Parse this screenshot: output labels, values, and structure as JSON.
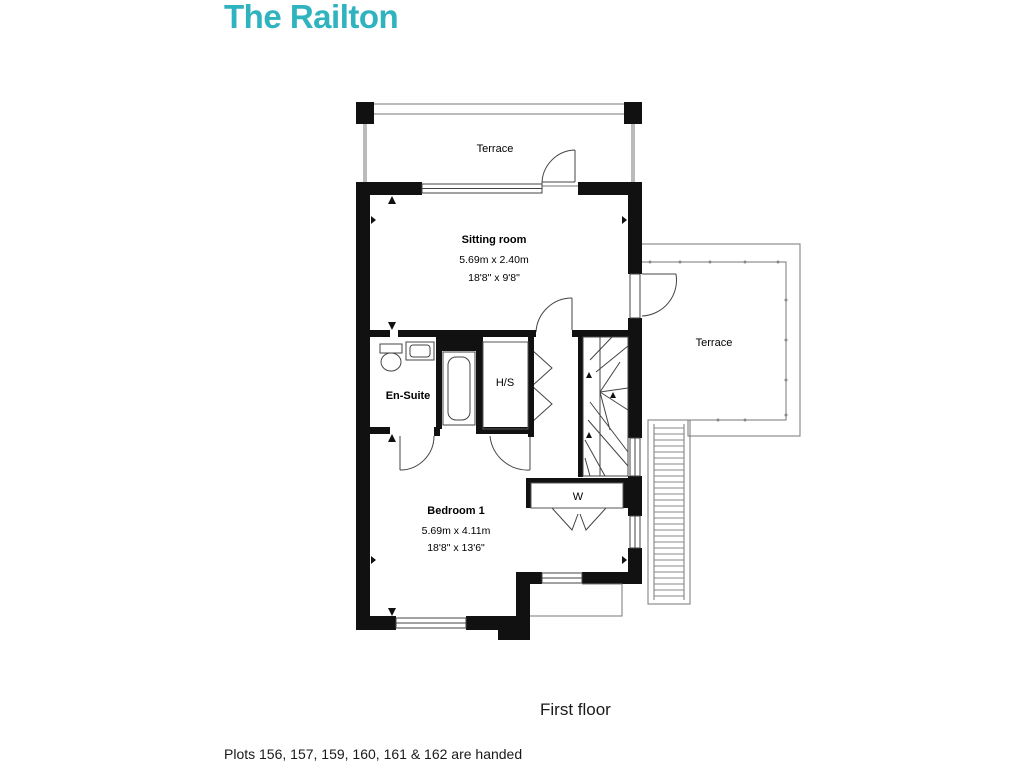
{
  "title": "The Railton",
  "floor_label": "First floor",
  "plots_note": "Plots 156, 157, 159, 160, 161 & 162 are handed",
  "colors": {
    "title": "#2fb3bf",
    "walls": "#111111",
    "lines": "#555555"
  },
  "rooms": {
    "terrace_top": {
      "name": "Terrace"
    },
    "sitting_room": {
      "name": "Sitting room",
      "metric": "5.69m x 2.40m",
      "imperial": "18'8\" x 9'8\""
    },
    "terrace_right": {
      "name": "Terrace"
    },
    "hs": {
      "name": "H/S"
    },
    "en_suite": {
      "name": "En-Suite"
    },
    "wardrobe": {
      "name": "W"
    },
    "bedroom1": {
      "name": "Bedroom 1",
      "metric": "5.69m x 4.11m",
      "imperial": "18'8\" x 13'6\""
    }
  }
}
